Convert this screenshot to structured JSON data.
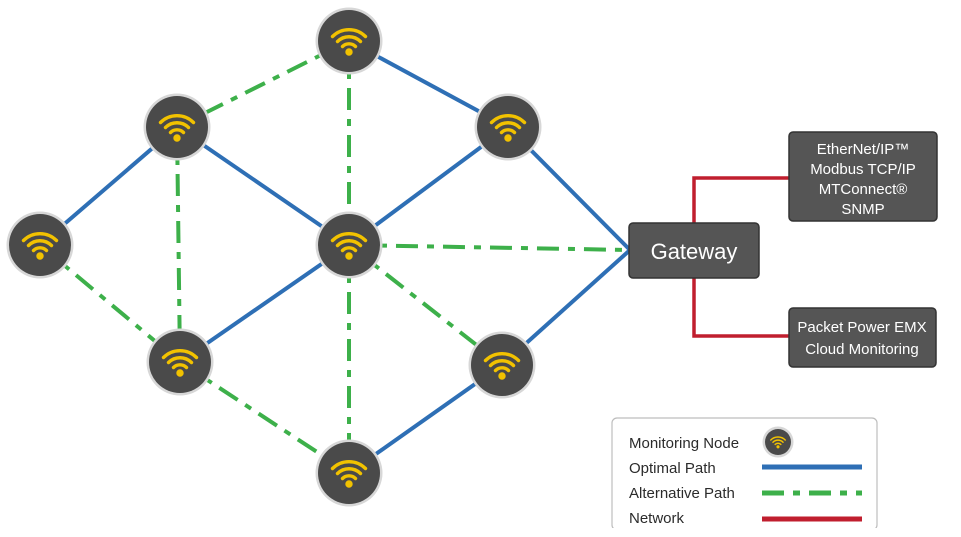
{
  "colors": {
    "optimal": "#2e6fb5",
    "alternative": "#3db04a",
    "network": "#c01e2e",
    "node_fill": "#4a4a4a",
    "node_ring": "#d7d7d7",
    "wifi": "#f2c200",
    "box_fill": "#555555",
    "box_border": "#333333"
  },
  "gateway": {
    "label": "Gateway"
  },
  "protocols": {
    "lines": [
      "EtherNet/IP™",
      "Modbus TCP/IP",
      "MTConnect®",
      "SNMP"
    ]
  },
  "cloud": {
    "lines": [
      "Packet Power EMX",
      "Cloud Monitoring"
    ]
  },
  "legend": {
    "items": [
      {
        "label": "Monitoring Node",
        "icon": "wifi-node-icon"
      },
      {
        "label": "Optimal Path",
        "style": "optimal"
      },
      {
        "label": "Alternative Path",
        "style": "alternative"
      },
      {
        "label": "Network",
        "style": "network"
      }
    ]
  },
  "nodes": [
    {
      "id": "top",
      "icon": "wifi-node-icon"
    },
    {
      "id": "upper-left",
      "icon": "wifi-node-icon"
    },
    {
      "id": "upper-right",
      "icon": "wifi-node-icon"
    },
    {
      "id": "far-left",
      "icon": "wifi-node-icon"
    },
    {
      "id": "center",
      "icon": "wifi-node-icon"
    },
    {
      "id": "lower-left",
      "icon": "wifi-node-icon"
    },
    {
      "id": "lower-right",
      "icon": "wifi-node-icon"
    },
    {
      "id": "bottom",
      "icon": "wifi-node-icon"
    }
  ],
  "edges": [
    {
      "from": "top",
      "to": "upper-right",
      "type": "optimal"
    },
    {
      "from": "upper-left",
      "to": "far-left",
      "type": "optimal"
    },
    {
      "from": "upper-left",
      "to": "center",
      "type": "optimal"
    },
    {
      "from": "upper-right",
      "to": "center",
      "type": "optimal"
    },
    {
      "from": "upper-right",
      "to": "gateway",
      "type": "optimal"
    },
    {
      "from": "center",
      "to": "lower-left",
      "type": "optimal"
    },
    {
      "from": "lower-right",
      "to": "gateway",
      "type": "optimal"
    },
    {
      "from": "bottom",
      "to": "lower-right",
      "type": "optimal"
    },
    {
      "from": "top",
      "to": "upper-left",
      "type": "alternative"
    },
    {
      "from": "top",
      "to": "center",
      "type": "alternative"
    },
    {
      "from": "upper-left",
      "to": "lower-left",
      "type": "alternative"
    },
    {
      "from": "far-left",
      "to": "lower-left",
      "type": "alternative"
    },
    {
      "from": "center",
      "to": "gateway",
      "type": "alternative"
    },
    {
      "from": "center",
      "to": "lower-right",
      "type": "alternative"
    },
    {
      "from": "center",
      "to": "bottom",
      "type": "alternative"
    },
    {
      "from": "lower-left",
      "to": "bottom",
      "type": "alternative"
    }
  ]
}
